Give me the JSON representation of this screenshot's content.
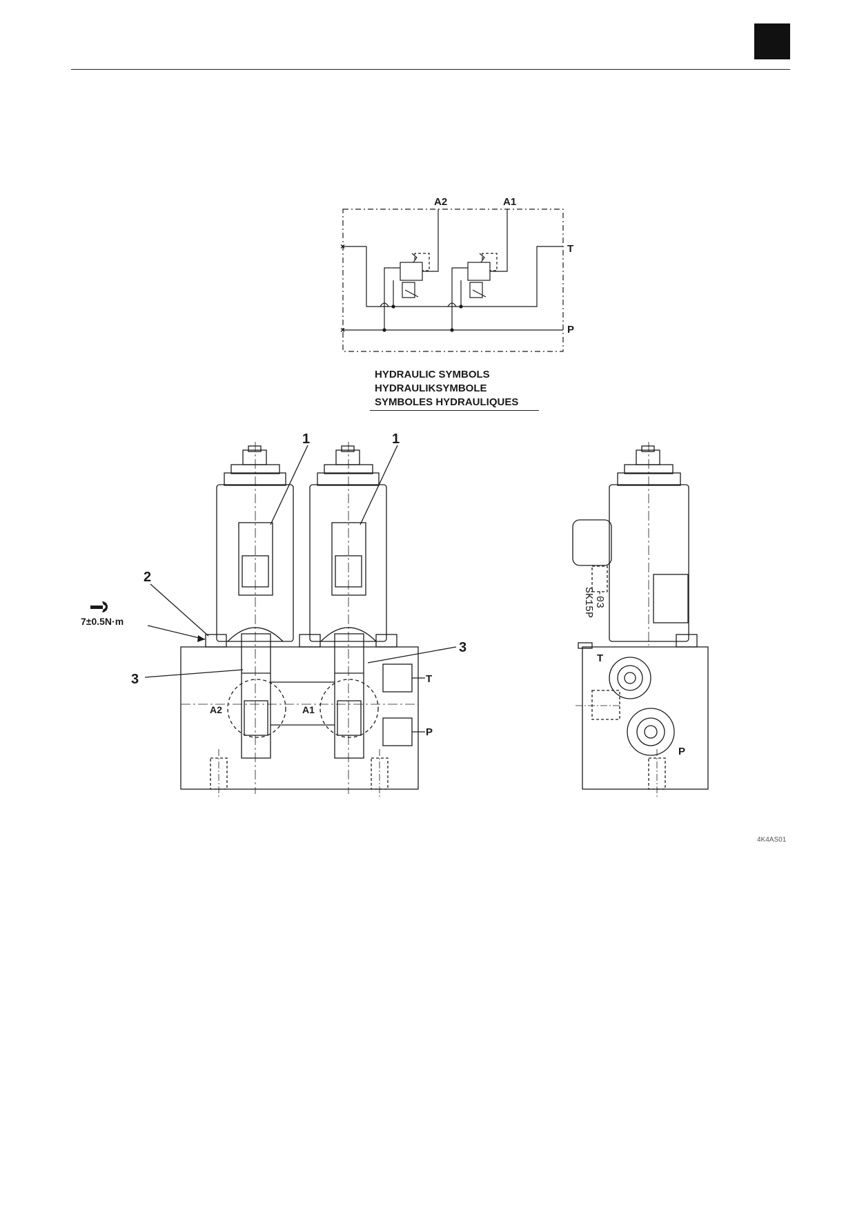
{
  "hydraulic_symbols": {
    "ports": {
      "a2": "A2",
      "a1": "A1",
      "t": "T",
      "p": "P"
    },
    "caption": [
      "HYDRAULIC SYMBOLS",
      "HYDRAULIKSYMBOLE",
      "SYMBOLES HYDRAULIQUES"
    ]
  },
  "assembly": {
    "callouts": {
      "c1a": "1",
      "c1b": "1",
      "c2": "2",
      "c3a": "3",
      "c3b": "3"
    },
    "torque": "7±0.5N·m",
    "ports": {
      "t": "T",
      "p": "P",
      "a2": "A2",
      "a1": "A1"
    },
    "side_ports": {
      "t": "T",
      "p": "P"
    },
    "stamp": [
      "SK15P",
      "-03"
    ]
  },
  "figure_ref": "4K4AS01",
  "icons": {
    "torque": "wrench-icon"
  }
}
